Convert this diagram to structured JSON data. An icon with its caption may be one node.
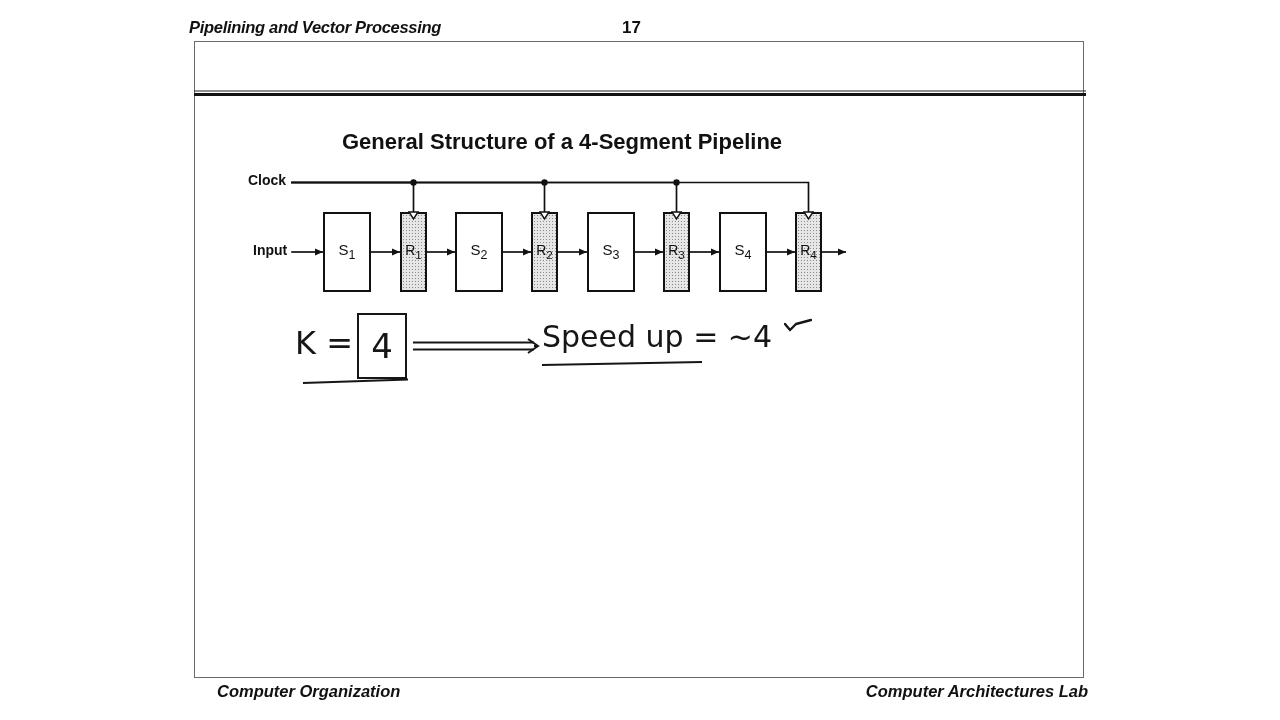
{
  "diagram": {
    "title": "General Structure of a 4-Segment Pipeline",
    "nodes": [
      {
        "text": [
          "Clock"
        ]
      },
      {
        "text": [
          "Input"
        ]
      },
      {
        "text": [
          "S$_{1}$"
        ]
      },
      {
        "text": [
          "R$_{1}$"
        ]
      },
      {
        "text": [
          "S$_{2}$"
        ]
      },
      {
        "text": [
          "R$_{2}$"
        ]
      },
      {
        "text": [
          "S$_{3}$"
        ]
      },
      {
        "text": [
          "R$_{3}$"
        ]
      },
      {
        "text": [
          "S$_{4}$"
        ]
      },
      {
        "text": [
          "R$_{4}$"
        ]
      },
      {
        "text": [
          "4"
        ],
        "beside": [
          "K ="
        ]
      },
      {
        "text": [
          "Speed up = ~4"
        ]
      }
    ],
    "edges": [
      {
        "from": 1,
        "to": 2,
        "arrow": "to"
      },
      {
        "from": 2,
        "to": 3,
        "arrow": "to"
      },
      {
        "from": 3,
        "to": 4,
        "arrow": "to"
      },
      {
        "from": 4,
        "to": 5,
        "arrow": "to"
      },
      {
        "from": 5,
        "to": 6,
        "arrow": "to"
      },
      {
        "from": 6,
        "to": 7,
        "arrow": "to"
      },
      {
        "from": 7,
        "to": 8,
        "arrow": "to"
      },
      {
        "from": 8,
        "to": 9,
        "arrow": "to"
      },
      {
        "from": 9,
        "to": null,
        "arrow": "to"
      },
      {
        "from": 0,
        "to": 3,
        "arrow": "to"
      },
      {
        "from": 0,
        "to": 5,
        "arrow": "to"
      },
      {
        "from": 0,
        "to": 7,
        "arrow": "to"
      },
      {
        "from": 0,
        "to": 9,
        "arrow": "to"
      },
      {
        "from": 10,
        "to": 11,
        "arrow": "to"
      }
    ],
    "labels": [
      "Pipelining and Vector Processing",
      "17",
      "Computer Organization",
      "Computer Architectures Lab"
    ]
  }
}
